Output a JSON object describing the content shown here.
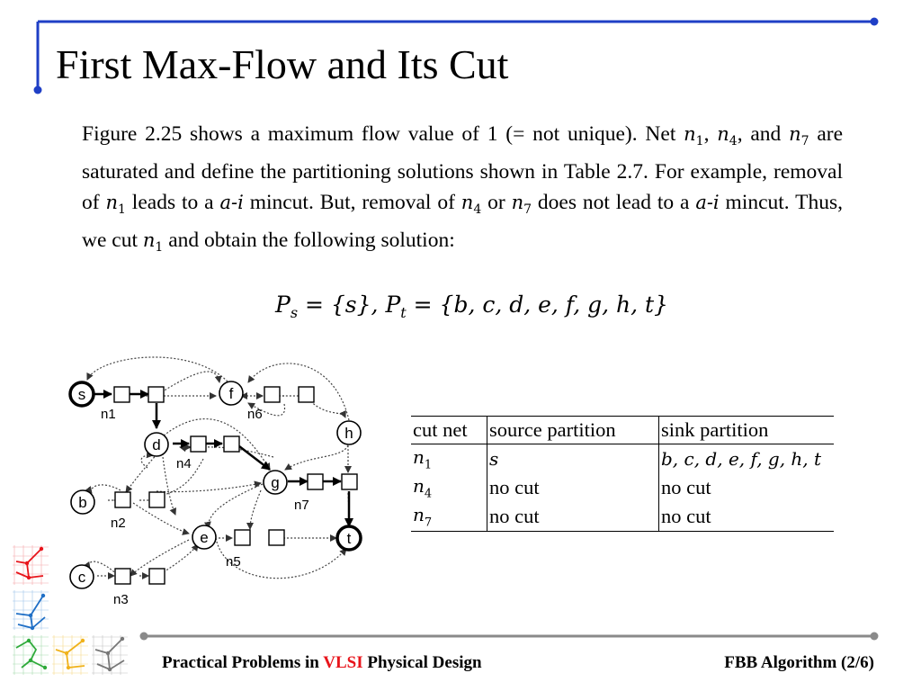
{
  "slide": {
    "title": "First Max-Flow and Its Cut"
  },
  "paragraph": {
    "t1": "Figure 2.25 shows a maximum flow value of 1 (= not unique). Net ",
    "n1a": "n",
    "n1a_sub": "1",
    "t2": ", ",
    "n4a": "n",
    "n4a_sub": "4",
    "t3": ", and ",
    "n7a": "n",
    "n7a_sub": "7",
    "t4": " are saturated and define the partitioning solutions shown in Table 2.7. For example, removal of ",
    "n1b": "n",
    "n1b_sub": "1",
    "t5": " leads to a ",
    "ai1": "a-i",
    "t6": " mincut. But, removal of ",
    "n4b": "n",
    "n4b_sub": "4",
    "t7": " or ",
    "n7b": "n",
    "n7b_sub": "7",
    "t8": " does not lead to a ",
    "ai2": "a-i",
    "t9": " mincut. Thus, we cut ",
    "n1c": "n",
    "n1c_sub": "1",
    "t10": " and obtain the following solution:"
  },
  "formula": {
    "ps": "P",
    "ps_sub": "s",
    "ps_rhs": " = {s}, ",
    "pt": "P",
    "pt_sub": "t",
    "pt_rhs": " = {b, c, d, e, f, g, h, t}"
  },
  "graph": {
    "nodes": [
      "s",
      "f",
      "h",
      "d",
      "b",
      "g",
      "e",
      "t",
      "c"
    ],
    "net_labels": [
      "n1",
      "n6",
      "n4",
      "n2",
      "n7",
      "n5",
      "n3"
    ]
  },
  "table": {
    "headers": [
      "cut net",
      "source partition",
      "sink partition"
    ],
    "rows": [
      {
        "net": "n",
        "net_sub": "1",
        "source": "s",
        "sink": "b, c, d, e, f, g, h, t"
      },
      {
        "net": "n",
        "net_sub": "4",
        "source": "no cut",
        "sink": "no cut"
      },
      {
        "net": "n",
        "net_sub": "7",
        "source": "no cut",
        "sink": "no cut"
      }
    ]
  },
  "footer": {
    "left_1": "Practical Problems in ",
    "left_vlsi": "VLSI",
    "left_2": " Physical Design",
    "right": "FBB Algorithm (2/6)"
  },
  "colors": {
    "frame_blue": "#1f3fc6",
    "footer_line": "#8a8a8a",
    "vlsi_red": "#e8141b",
    "logo_red": "#e8141b",
    "logo_blue": "#1f6fc6",
    "logo_green": "#2eaa3a",
    "logo_yellow": "#f0b21a",
    "logo_gray": "#777777"
  }
}
